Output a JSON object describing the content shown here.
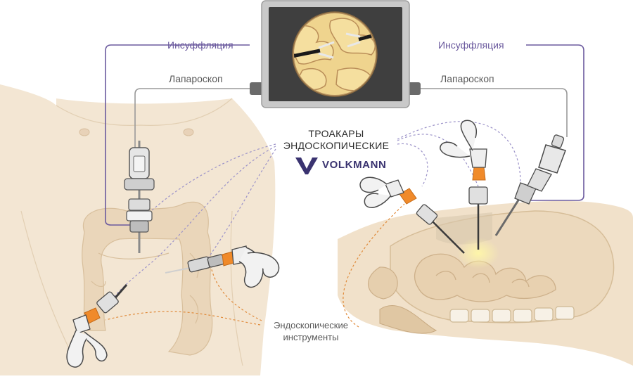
{
  "labels": {
    "insufflation_left": "Инсуффляция",
    "insufflation_right": "Инсуффляция",
    "laparoscope_left": "Лапароскоп",
    "laparoscope_right": "Лапароскоп",
    "trocars_line1": "ТРОАКАРЫ",
    "trocars_line2": "ЭНДОСКОПИЧЕСКИЕ",
    "brand": "VOLKMANN",
    "instruments_line1": "Эндоскопические",
    "instruments_line2": "инструменты"
  },
  "icons": {
    "brand_logo": "volkmann-v-logo-icon"
  },
  "colors": {
    "insufflation_line": "#6b5a9e",
    "laparoscope_line": "#9a9a9a",
    "trocar_dashed": "#9c93c9",
    "instrument_dashed": "#e08a3a",
    "trocar_accent": "#f08a2a",
    "skin": "#f1e3cf",
    "organ": "#e6cfae"
  }
}
